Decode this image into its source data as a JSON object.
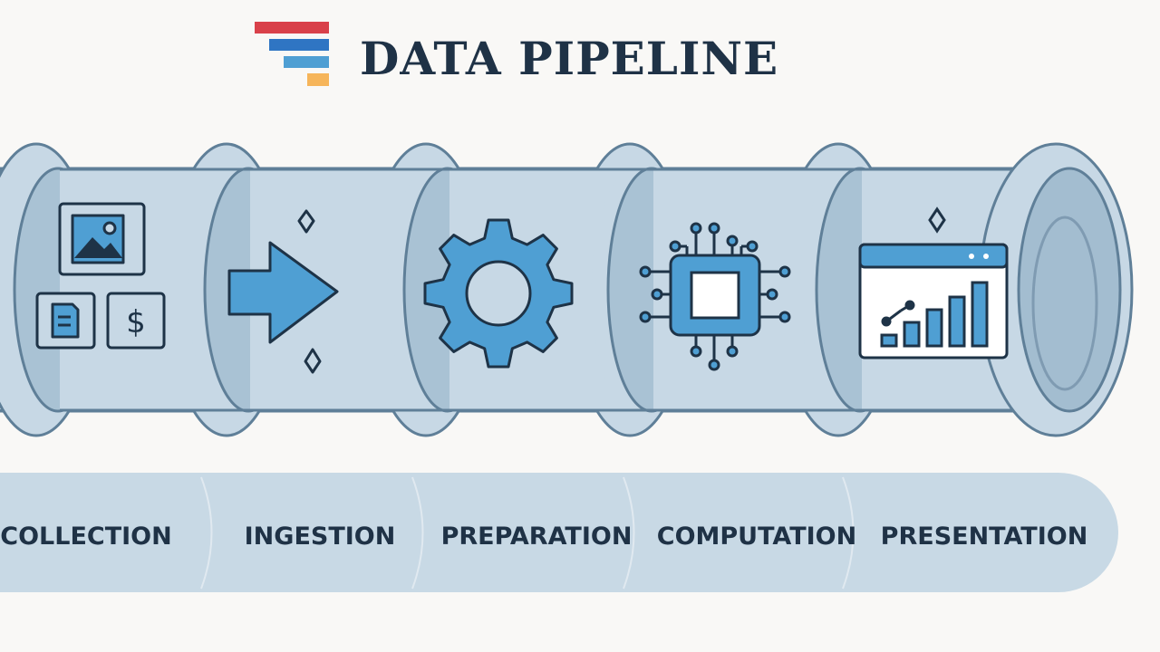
{
  "header": {
    "title": "DATA PIPELINE",
    "logo_bar_colors": [
      "#d9414a",
      "#2f75c3",
      "#4f9fd3",
      "#f6b55a"
    ]
  },
  "stages": [
    {
      "label": "COLLECTION",
      "icon": "collection-icon"
    },
    {
      "label": "INGESTION",
      "icon": "arrow-right-icon"
    },
    {
      "label": "PREPARATION",
      "icon": "gear-icon"
    },
    {
      "label": "COMPUTATION",
      "icon": "cpu-chip-icon"
    },
    {
      "label": "PRESENTATION",
      "icon": "dashboard-chart-icon"
    }
  ],
  "colors": {
    "pipe_fill": "#c7d8e5",
    "pipe_shade": "#a9c2d4",
    "pipe_stroke": "#5f7f98",
    "icon_blue": "#4f9fd3",
    "icon_stroke": "#1e3347",
    "text_dark": "#1f3246",
    "band_fill": "#c8d9e5"
  }
}
